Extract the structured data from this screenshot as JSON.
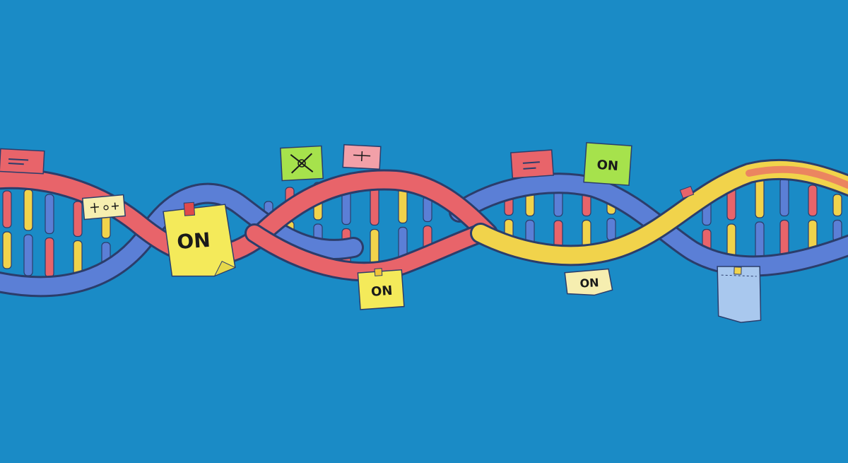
{
  "scene": {
    "background_color": "#1a8bc6",
    "strand_colors": {
      "red": "#e8646a",
      "blue": "#5b7fd6",
      "yellow": "#f1d34b",
      "outline": "#2b3d6b"
    },
    "base_pair_colors": [
      "#e8646a",
      "#f1d34b",
      "#5b7fd6"
    ],
    "notes": [
      {
        "id": "note-on-large",
        "text": "ON",
        "color": "#f4ea5a"
      },
      {
        "id": "note-on-bottom-mid",
        "text": "ON",
        "color": "#f4ea5a"
      },
      {
        "id": "note-on-top-right",
        "text": "ON",
        "color": "#a6e24c"
      },
      {
        "id": "note-on-bottom-right",
        "text": "ON",
        "color": "#f6eeb0"
      }
    ]
  }
}
